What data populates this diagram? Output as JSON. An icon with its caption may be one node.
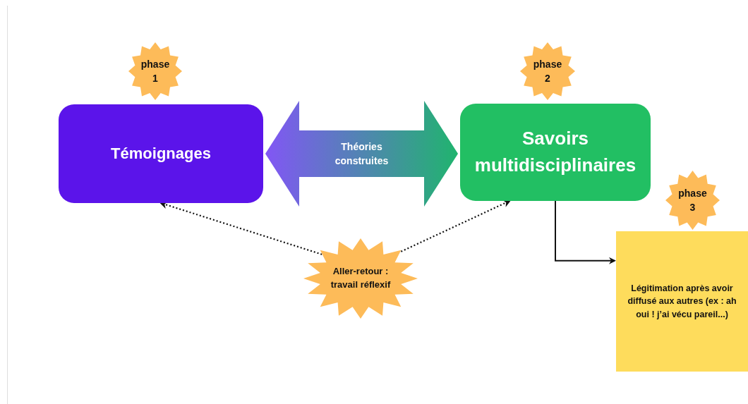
{
  "diagram": {
    "nodes": [
      {
        "text": [
          "phase 1"
        ]
      },
      {
        "text": [
          "Témoignages"
        ]
      },
      {
        "text": [
          "phase 2"
        ]
      },
      {
        "text": [
          "Savoirs multidisciplinaires"
        ]
      },
      {
        "text": [
          "phase 3"
        ]
      },
      {
        "text": [
          "Légitimation après avoir diffusé aux autres (ex : ah oui ! j’ai vécu pareil...)"
        ]
      },
      {
        "text": [
          "Aller-retour : travail réflexif"
        ]
      }
    ],
    "edges": [
      {
        "from": 1,
        "to": 3,
        "arrow": "both",
        "style": "thick",
        "label": "Théories construites"
      },
      {
        "from": 6,
        "to": 1,
        "arrow": "to",
        "style": "dashed"
      },
      {
        "from": 6,
        "to": 3,
        "arrow": "to",
        "style": "dashed"
      },
      {
        "from": 3,
        "to": 5,
        "arrow": "to"
      }
    ]
  }
}
